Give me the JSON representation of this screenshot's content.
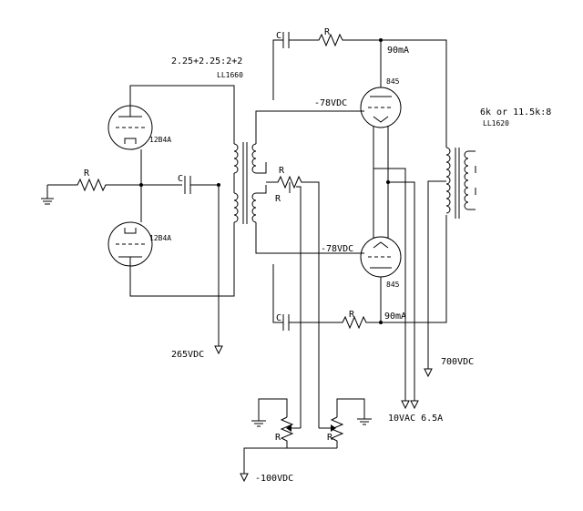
{
  "labels": {
    "in_xfmr_ratio": "2.25+2.25:2+2",
    "in_xfmr_model": "LL1660",
    "tube_top": "12B4A",
    "tube_bottom": "12B4A",
    "pwr_tube_top": "845",
    "pwr_tube_bottom": "845",
    "bias_top": "-78VDC",
    "bias_bottom": "-78VDC",
    "out_xfmr_ratio": "6k or 11.5k:8",
    "out_xfmr_model": "LL1620",
    "current_top": "90mA",
    "current_bottom": "90mA",
    "supply_265": "265VDC",
    "supply_700": "700VDC",
    "heater": "10VAC 6.5A",
    "supply_neg100": "-100VDC",
    "r_input": "R",
    "c_input": "C",
    "c_top": "C",
    "r_top": "R",
    "c_bottom": "C",
    "r_bottom": "R",
    "r_bias_a": "R",
    "r_bias_b": "R",
    "r_pot_left": "R",
    "r_pot_right": "R"
  }
}
